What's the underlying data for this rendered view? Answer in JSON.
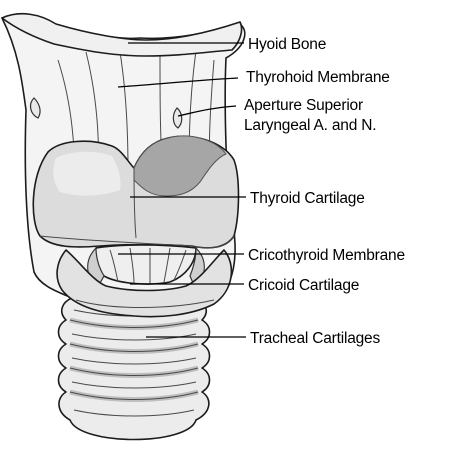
{
  "labels": {
    "hyoid_bone": "Hyoid Bone",
    "thyrohoid_membrane": "Thyrohoid Membrane",
    "aperture_line1": "Aperture Superior",
    "aperture_line2": "Laryngeal A. and N.",
    "thyroid_cartilage": "Thyroid Cartilage",
    "cricothyroid_membrane": "Cricothyroid Membrane",
    "cricoid_cartilage": "Cricoid Cartilage",
    "tracheal_cartilages": "Tracheal Cartilages"
  },
  "colors": {
    "background": "#ffffff",
    "tissue_light": "#f3f3f3",
    "tissue_mid": "#e3e3e3",
    "cartilage": "#d6d6d6",
    "cartilage_dark": "#a9a9a9",
    "outline": "#1c1c1c"
  }
}
